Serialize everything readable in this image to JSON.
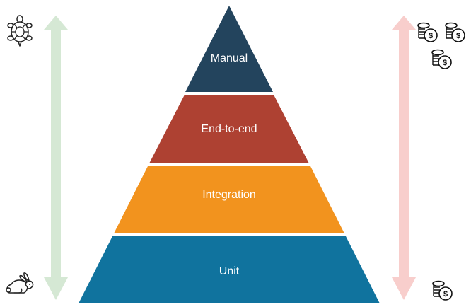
{
  "pyramid": {
    "tiers": [
      {
        "label": "Manual",
        "color": "#23445d"
      },
      {
        "label": "End-to-end",
        "color": "#ae4132"
      },
      {
        "label": "Integration",
        "color": "#f2931e"
      },
      {
        "label": "Unit",
        "color": "#10739e"
      }
    ]
  },
  "arrows": {
    "speed_color": "#d5e8d4",
    "cost_color": "#f8cecc"
  },
  "icons": {
    "slow": "turtle-icon",
    "fast": "rabbit-icon",
    "high_cost": "coin-stack-icon",
    "low_cost": "coin-stack-icon"
  }
}
